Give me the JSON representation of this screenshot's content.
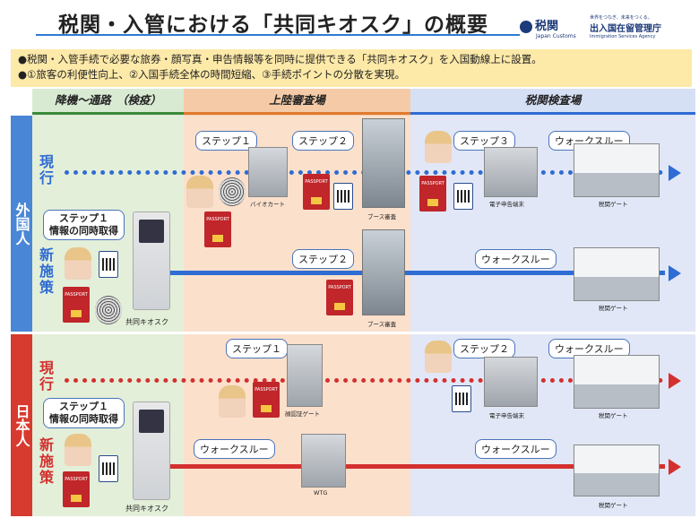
{
  "header": {
    "title": "税関・入管における「共同キオスク」の概要",
    "logo_customs": "税関",
    "logo_customs_sub": "Japan Customs",
    "logo_isa": "出入国在留管理庁",
    "logo_isa_sub": "Immigration Services Agency",
    "logo_isa_slogan": "世界をつなぎ、未来をつくる。"
  },
  "summary": {
    "line1": "●税関・入管手続で必要な旅券・顔写真・申告情報等を同時に提供できる「共同キオスク」を入国動線上に設置。",
    "line2": "●①旅客の利便性向上、②入国手続全体の時間短縮、③手続ポイントの分散を実現。"
  },
  "columns": [
    {
      "label": "降機～通路　（検疫）"
    },
    {
      "label": "上陸審査場"
    },
    {
      "label": "税関検査場"
    }
  ],
  "groups": {
    "foreign": "外国人",
    "japanese": "日本人"
  },
  "rows": {
    "current": "現行",
    "new": "新施策"
  },
  "labels": {
    "step1": "ステップ１",
    "step2": "ステップ２",
    "step3": "ステップ３",
    "walk": "ウォークスルー",
    "step1_kiosk": "ステップ１",
    "step1_kiosk_sub": "情報の同時取得",
    "passport": "PASSPORT"
  },
  "captions": {
    "biocart": "バイオカート",
    "booth": "ブース審査",
    "terminal": "電子申告端末",
    "customs_gate": "税関ゲート",
    "kiosk": "共同キオスク",
    "face_gate": "顔認証ゲート",
    "wtg": "WTG"
  },
  "colors": {
    "foreign": "#2f6cd3",
    "japanese": "#d3302f"
  }
}
